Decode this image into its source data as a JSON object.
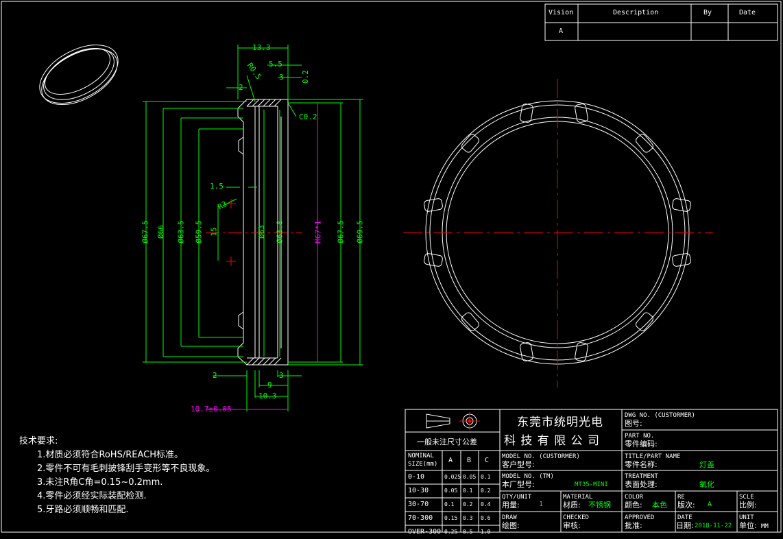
{
  "revision_table": {
    "headers": [
      "Vision",
      "Description",
      "By",
      "Date"
    ],
    "row": [
      "A",
      "",
      "",
      ""
    ]
  },
  "dimensions": {
    "side": {
      "d1": "13.3",
      "d2": "R0.5",
      "d3": "5.5",
      "d4": "0.2",
      "d5": "2",
      "d6": "3",
      "d7": "C0.2",
      "d8": "1.5",
      "d9": "R3",
      "d10": "15",
      "dia1": "Ø67.5",
      "dia2": "Ø66",
      "dia3": "Ø63.5",
      "dia4": "Ø59.5",
      "dia5": "Ø63",
      "dia6": "Ø63.8",
      "dia7": "M67*1",
      "dia8": "Ø67.5",
      "dia9": "Ø69.5",
      "b1": "2",
      "b2": "3",
      "b3": "9",
      "b4": "10.3",
      "b5": "10.7±0.05"
    }
  },
  "notes": {
    "title": "技术要求:",
    "items": [
      "1.材质必须符合RoHS/REACH标准。",
      "2.零件不可有毛刺披锋刮手变形等不良现象。",
      "3.未注R角C角=0.15~0.2mm.",
      "4.零件必须经实际装配检测.",
      "5.牙路必须顺畅和匹配."
    ]
  },
  "title_block": {
    "company_line1": "东莞市统明光电",
    "company_line2": "科 技 有 限 公 司",
    "tolerance_title": "一般未注尺寸公差",
    "tol_headers": [
      "NOMINAL",
      "SIZE(mm)",
      "A",
      "B",
      "C"
    ],
    "tol_rows": [
      [
        "0-10",
        "0.025",
        "0.05",
        "0.1"
      ],
      [
        "10-30",
        "0.05",
        "0.1",
        "0.2"
      ],
      [
        "30-70",
        "0.1",
        "0.2",
        "0.4"
      ],
      [
        "70-300",
        "0.15",
        "0.3",
        "0.6"
      ],
      [
        "OVER-300",
        "0.25",
        "0.5",
        "1.0"
      ]
    ],
    "dwg_no_en": "DWG NO. (CUSTORMER)",
    "dwg_no_cn": "图号:",
    "part_no_en": "PART NO.",
    "part_no_cn": "零件编码:",
    "model_cust_en": "MODEL NO. (CUSTORMER)",
    "model_cust_cn": "客户型号:",
    "title_en": "TITLE/PART NAME",
    "title_cn": "零件名称:",
    "title_val": "灯盖",
    "model_tm_en": "MODEL NO. (TM)",
    "model_tm_cn": "本厂型号:",
    "model_tm_val": "MT35-MINI",
    "treatment_en": "TREATMENT",
    "treatment_cn": "表面处理:",
    "treatment_val": "氧化",
    "qty_en": "QTY/UNIT",
    "qty_cn": "用量:",
    "qty_val": "1",
    "material_en": "MATERIAL",
    "material_cn": "材质:",
    "material_val": "不锈钢",
    "color_en": "COLOR",
    "color_cn": "颜色:",
    "color_val": "本色",
    "re_en": "RE",
    "re_cn": "版次:",
    "re_val": "A",
    "scale_en": "SCLE",
    "scale_cn": "比例:",
    "draw_en": "DRAW",
    "draw_cn": "绘图:",
    "checked_en": "CHECKED",
    "checked_cn": "审核:",
    "approved_en": "APPROVED",
    "approved_cn": "批准:",
    "date_en": "DATE",
    "date_cn": "日期:",
    "date_val": "2018-11-22",
    "unit_en": "UNIT",
    "unit_cn": "单位:",
    "unit_val": "MM"
  },
  "colors": {
    "line": "#ffffff",
    "dim": "#00ff00",
    "center": "#ff0000",
    "highlight": "#ff00ff"
  }
}
